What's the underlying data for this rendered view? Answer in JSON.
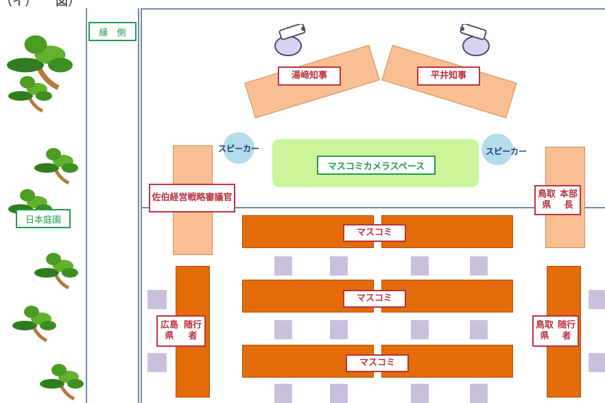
{
  "header": {
    "partial_text": "（イ）　　図）"
  },
  "labels": {
    "engawa": "縁　側",
    "garden": "日本庭園",
    "yuzaki": "湯﨑知事",
    "hirai": "平井知事",
    "speaker_left": "スピーカー",
    "speaker_right": "スピーカー",
    "camera_space": "マスコミカメラスペース",
    "saeki_line1": "佐伯",
    "saeki_line2": "経営戦略審議官",
    "tottori_hq_line1": "鳥取県",
    "tottori_hq_line2": "本部長",
    "media_1": "マスコミ",
    "media_2": "マスコミ",
    "media_3": "マスコミ",
    "hiroshima_line1": "広島県",
    "hiroshima_line2": "随行者",
    "tottori_att_line1": "鳥取県",
    "tottori_att_line2": "随行者"
  },
  "colors": {
    "line": "#6f8aa8",
    "governor_table": "#f8bf93",
    "media_table": "#e46c0a",
    "camera_space": "#ccf59a",
    "label_green": "#1f9a4a",
    "label_red": "#b8323e",
    "chair": "#c9c1dc",
    "speaker": "#b5dcea"
  },
  "icons": [
    "pine-tree-icon",
    "microphone-stand-icon",
    "chair-icon"
  ]
}
